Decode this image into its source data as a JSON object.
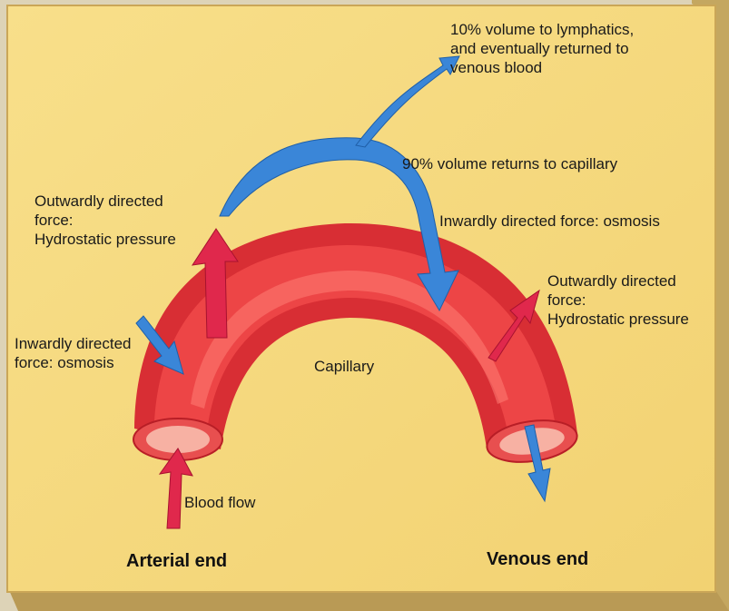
{
  "labels": {
    "lymphatics": [
      "10% volume to lymphatics,",
      "and eventually  returned to",
      "venous blood"
    ],
    "returns": "90% volume returns to capillary",
    "inward_right": "Inwardly directed force: osmosis",
    "outward_left": [
      "Outwardly directed",
      "force:",
      "Hydrostatic pressure"
    ],
    "outward_right": [
      "Outwardly directed",
      "force:",
      "Hydrostatic pressure"
    ],
    "inward_left": [
      "Inwardly directed",
      "force: osmosis"
    ],
    "capillary": "Capillary",
    "blood_flow": "Blood flow",
    "arterial_end": "Arterial end",
    "venous_end": "Venous end"
  },
  "colors": {
    "panel_fill": "#f6d980",
    "panel_edge": "#c9a85a",
    "capillary_main": "#e8393c",
    "capillary_dark": "#c8202a",
    "capillary_light": "#ff8f82",
    "lumen": "#f4a898",
    "red_arrow": "#e0284c",
    "blue_arrow": "#3a86d8",
    "text": "#1a1a1a"
  }
}
